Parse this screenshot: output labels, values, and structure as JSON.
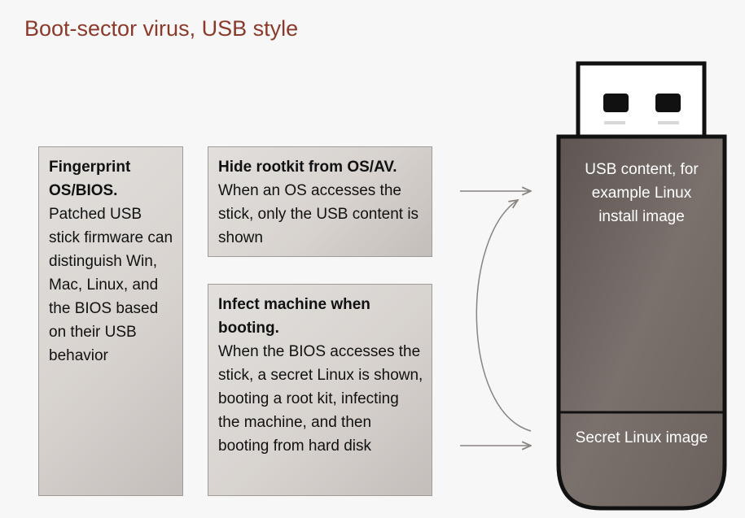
{
  "title": "Boot-sector virus, USB style",
  "boxes": {
    "fingerprint": {
      "heading": "Fingerprint OS/BIOS.",
      "body": "Patched USB stick firmware can distinguish Win, Mac, Linux, and the BIOS based on their USB behavior"
    },
    "hide_rootkit": {
      "heading": "Hide rootkit from OS/AV.",
      "body": "When an OS accesses the stick, only the USB content is shown"
    },
    "infect": {
      "heading": "Infect machine when booting.",
      "body": "When the BIOS accesses the stick, a secret Linux is shown, booting a root kit, infecting the machine, and then booting from hard disk"
    }
  },
  "usb": {
    "content_label": "USB content, for example Linux install image",
    "secret_label": "Secret Linux image"
  },
  "colors": {
    "title": "#8b3a2a",
    "usb_body": "#6b615d",
    "usb_outline": "#111111",
    "arrow": "#8a8480"
  }
}
